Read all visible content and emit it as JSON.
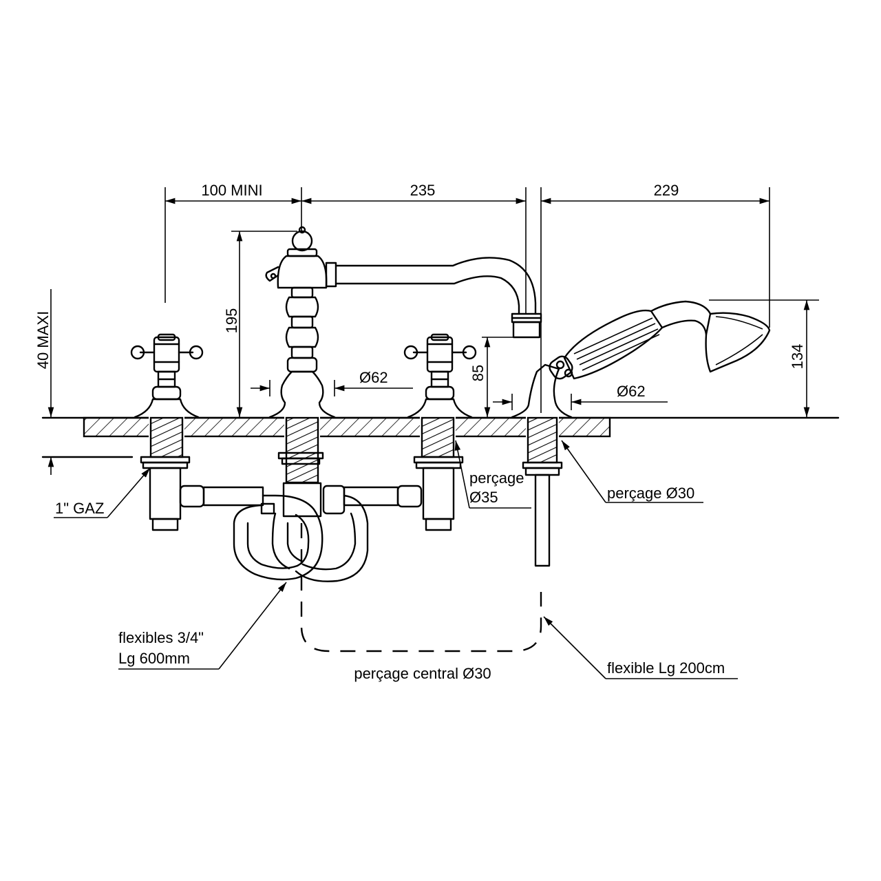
{
  "dimensions": {
    "d100": "100 MINI",
    "d235": "235",
    "d229": "229",
    "d195": "195",
    "d40": "40 MAXI",
    "d85": "85",
    "d134": "134",
    "dia_left": "Ø62",
    "dia_right": "Ø62"
  },
  "callouts": {
    "gaz": "1\" GAZ",
    "percage35_line1": "perçage",
    "percage35_line2": "Ø35",
    "percage30": "perçage Ø30",
    "flexibles_line1": "flexibles 3/4\"",
    "flexibles_line2": "Lg 600mm",
    "central": "perçage central Ø30",
    "flexible200": "flexible Lg 200cm"
  },
  "colors": {
    "line": "#000000",
    "background": "#ffffff"
  }
}
